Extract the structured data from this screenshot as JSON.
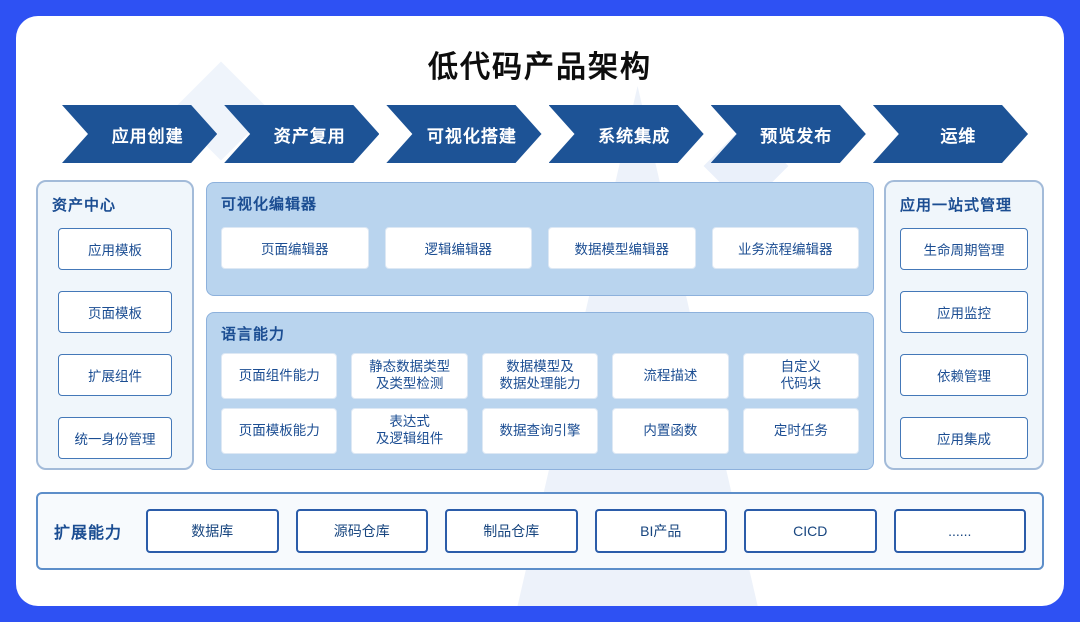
{
  "title": "低代码产品架构",
  "flow": {
    "steps": [
      "应用创建",
      "资产复用",
      "可视化搭建",
      "系统集成",
      "预览发布",
      "运维"
    ]
  },
  "asset_center": {
    "title": "资产中心",
    "items": [
      "应用模板",
      "页面模板",
      "扩展组件",
      "统一身份管理"
    ]
  },
  "visual_editor": {
    "title": "可视化编辑器",
    "items": [
      "页面编辑器",
      "逻辑编辑器",
      "数据模型编辑器",
      "业务流程编辑器"
    ]
  },
  "language_ability": {
    "title": "语言能力",
    "row1": [
      "页面组件能力",
      "静态数据类型\n及类型检测",
      "数据模型及\n数据处理能力",
      "流程描述",
      "自定义\n代码块"
    ],
    "row2": [
      "页面模板能力",
      "表达式\n及逻辑组件",
      "数据查询引擎",
      "内置函数",
      "定时任务"
    ]
  },
  "app_management": {
    "title": "应用一站式管理",
    "items": [
      "生命周期管理",
      "应用监控",
      "依赖管理",
      "应用集成"
    ]
  },
  "extension": {
    "title": "扩展能力",
    "items": [
      "数据库",
      "源码仓库",
      "制品仓库",
      "BI产品",
      "CICD",
      "......"
    ]
  },
  "colors": {
    "frame_blue": "#2e51f3",
    "arrow_blue": "#1d5396",
    "text_blue": "#1b4d92",
    "panel_light_blue": "#b9d4ee",
    "panel_light_blue_border": "#8db1dc",
    "side_panel_bg": "#f0f6fb",
    "side_panel_border": "#a3bbd9",
    "item_border_blue": "#4478b8",
    "bottom_border_blue": "#5d8ec9",
    "bottom_box_border": "#2b5ca9"
  }
}
